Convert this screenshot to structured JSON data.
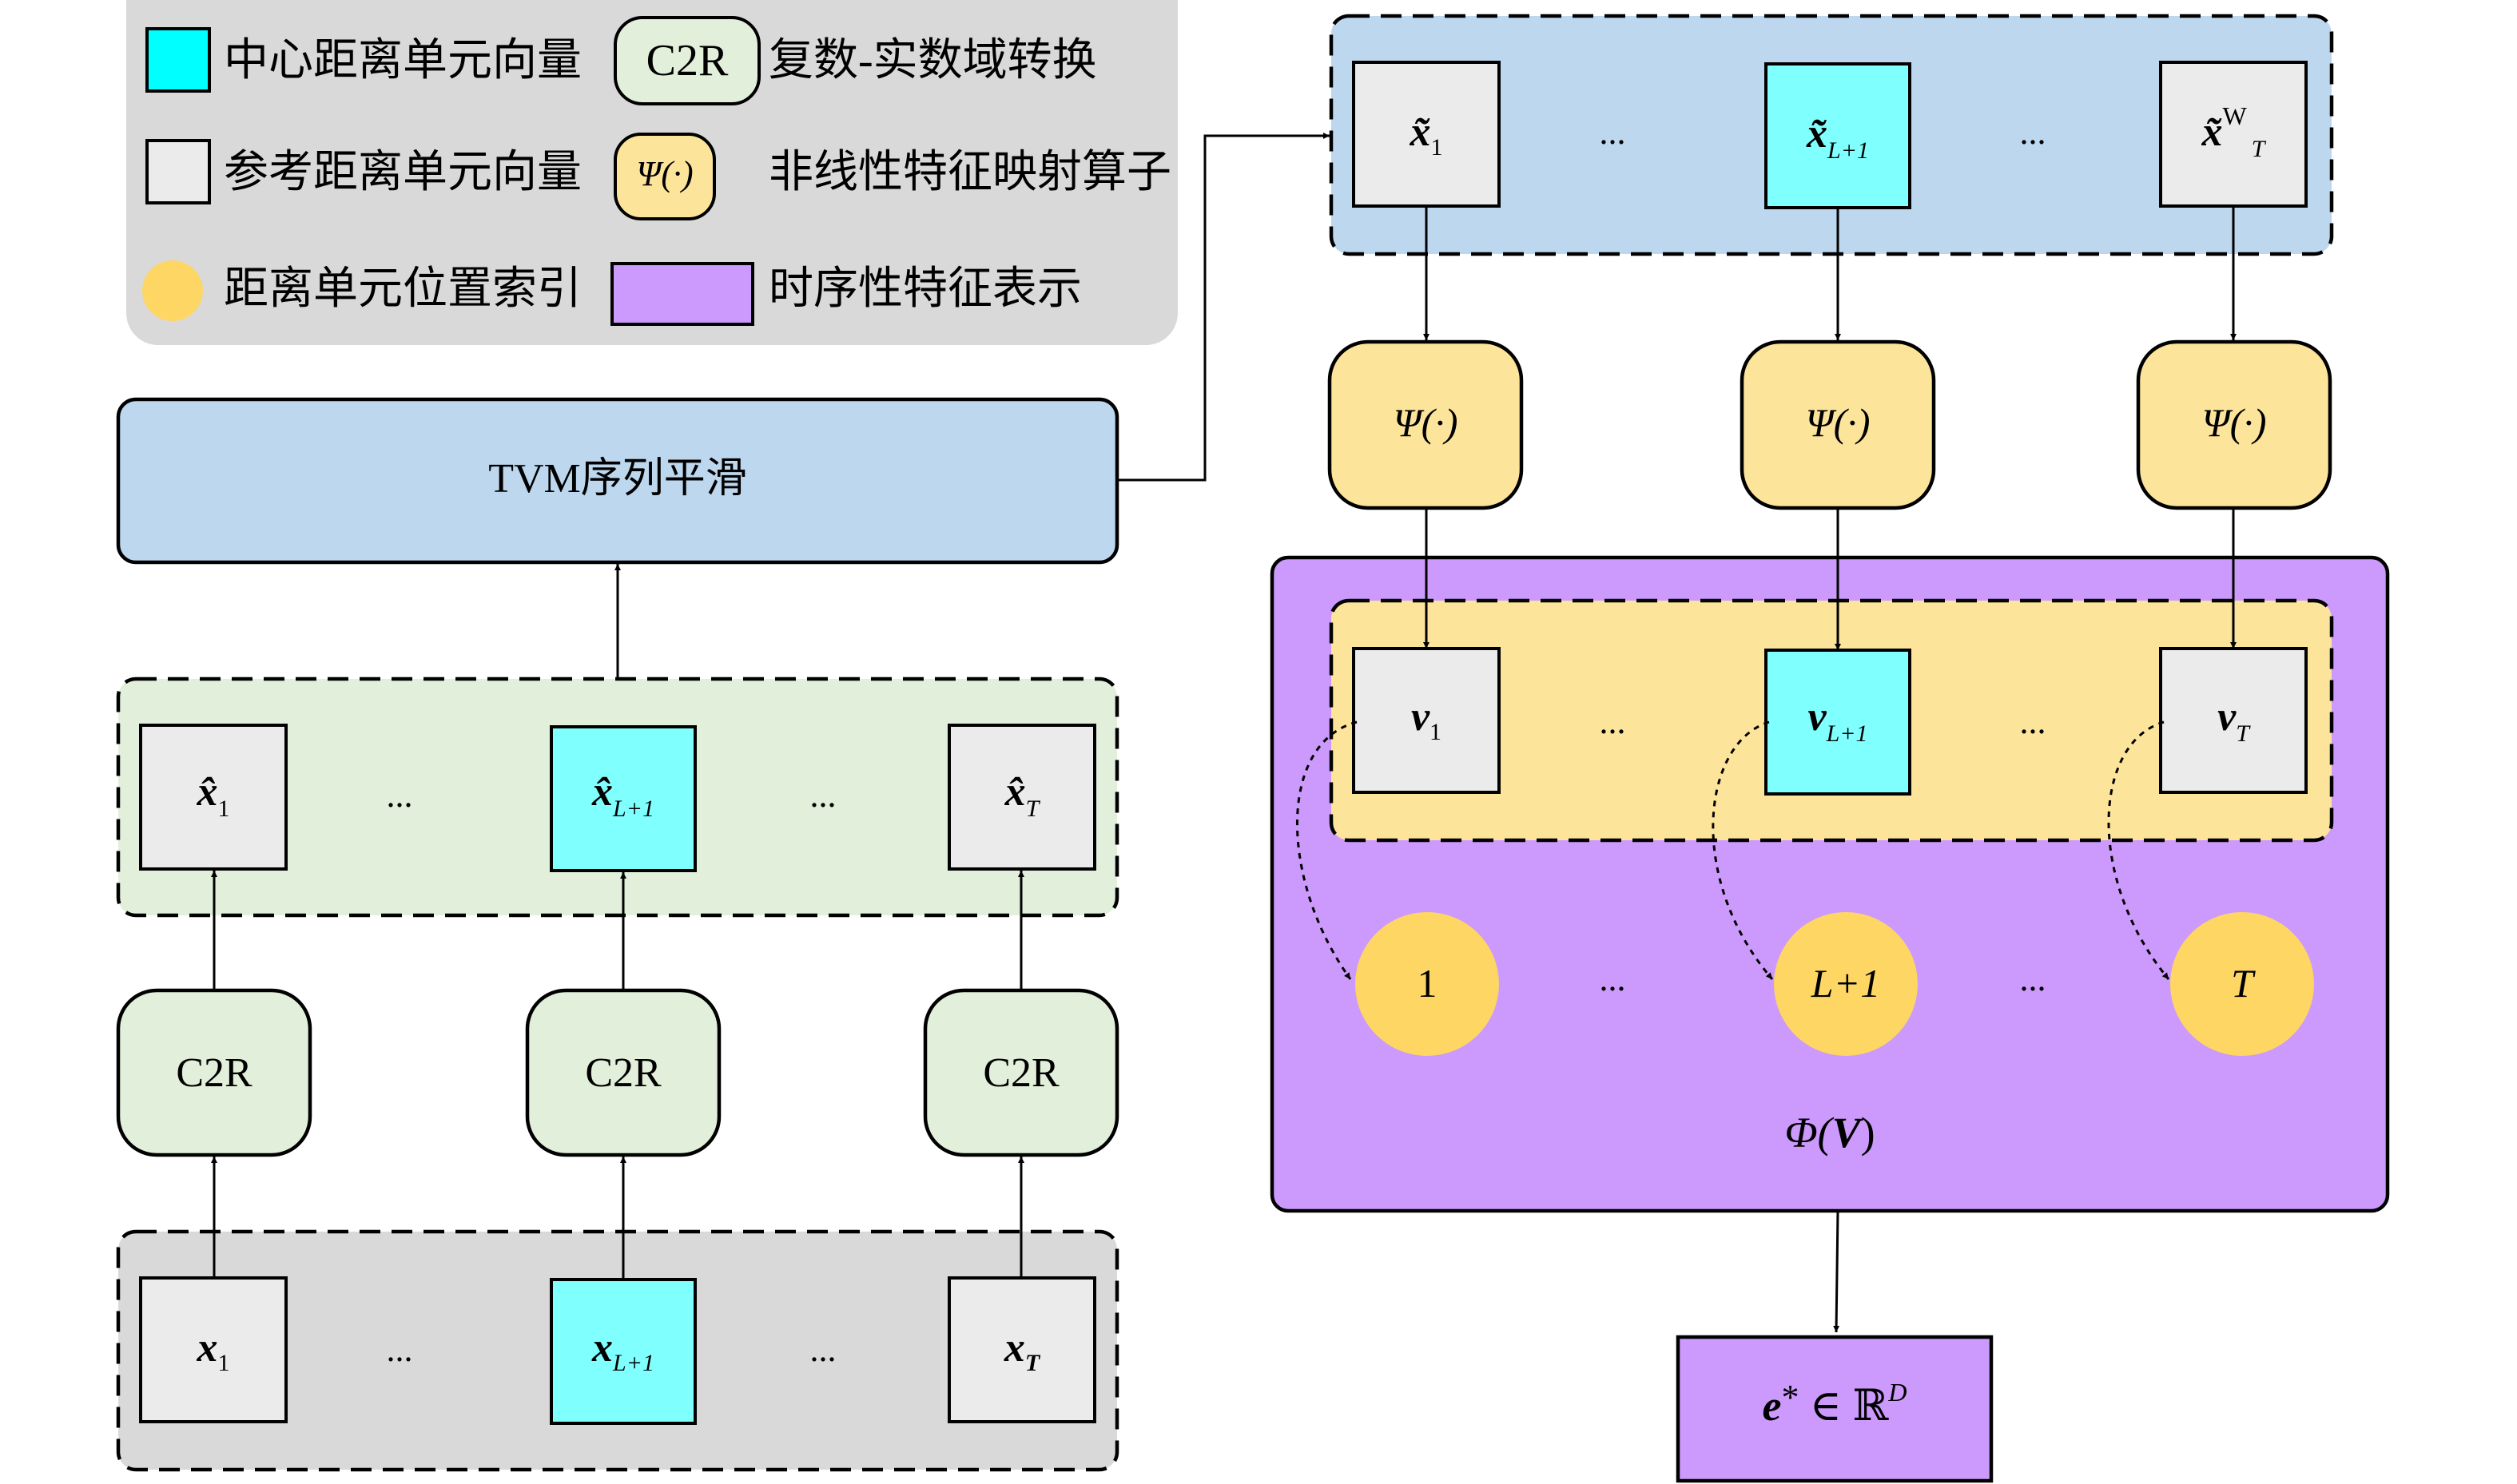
{
  "colors": {
    "center_cell": "#00ffff",
    "center_cell_in_group": "#80ffff",
    "reference_cell": "#ebebeb",
    "c2r_fill": "#e2efda",
    "psi_fill": "#fde49b",
    "position_index": "#fdd664",
    "temporal_feature": "#cc99fc",
    "legend_bg": "#d9d9d9",
    "tvm_fill": "#bdd7ee",
    "input_group_bg": "#d9d9d9"
  },
  "legend": {
    "center_vector_label": "中心距离单元向量",
    "reference_vector_label": "参考距离单元向量",
    "position_index_label": "距离单元位置索引",
    "c2r_symbol": "C2R",
    "c2r_label": "复数-实数域转换",
    "psi_symbol": "Ψ(·)",
    "psi_label": "非线性特征映射算子",
    "temporal_label": "时序性特征表示"
  },
  "left_column": {
    "tvm_label": "TVM序列平滑",
    "ellipsis": "...",
    "smoothed_vectors": [
      {
        "base": "x̂",
        "sub": "1"
      },
      {
        "base": "x̂",
        "sub": "L+1"
      },
      {
        "base": "x̂",
        "sub": "T"
      }
    ],
    "c2r_blocks": [
      "C2R",
      "C2R",
      "C2R"
    ],
    "input_vectors": [
      {
        "base": "x",
        "sub": "1"
      },
      {
        "base": "x",
        "sub": "L+1"
      },
      {
        "base": "x",
        "sub": "T"
      }
    ]
  },
  "right_column": {
    "ellipsis": "...",
    "tilde_vectors": [
      {
        "base": "x̃",
        "sub": "1",
        "sup": ""
      },
      {
        "base": "x̃",
        "sub": "L+1",
        "sup": ""
      },
      {
        "base": "x̃",
        "sub": "T",
        "sup": "W"
      }
    ],
    "psi_blocks": [
      "Ψ(·)",
      "Ψ(·)",
      "Ψ(·)"
    ],
    "feature_vectors": [
      {
        "base": "v",
        "sub": "1"
      },
      {
        "base": "v",
        "sub": "L+1"
      },
      {
        "base": "v",
        "sub": "T"
      }
    ],
    "position_indices": [
      "1",
      "L+1",
      "T"
    ],
    "phi_label": {
      "func": "Φ(",
      "arg": "V",
      "close": ")"
    },
    "output": {
      "base": "e",
      "star": "*",
      "in": " ∈ ",
      "set": "ℝ",
      "sup": "D"
    }
  }
}
